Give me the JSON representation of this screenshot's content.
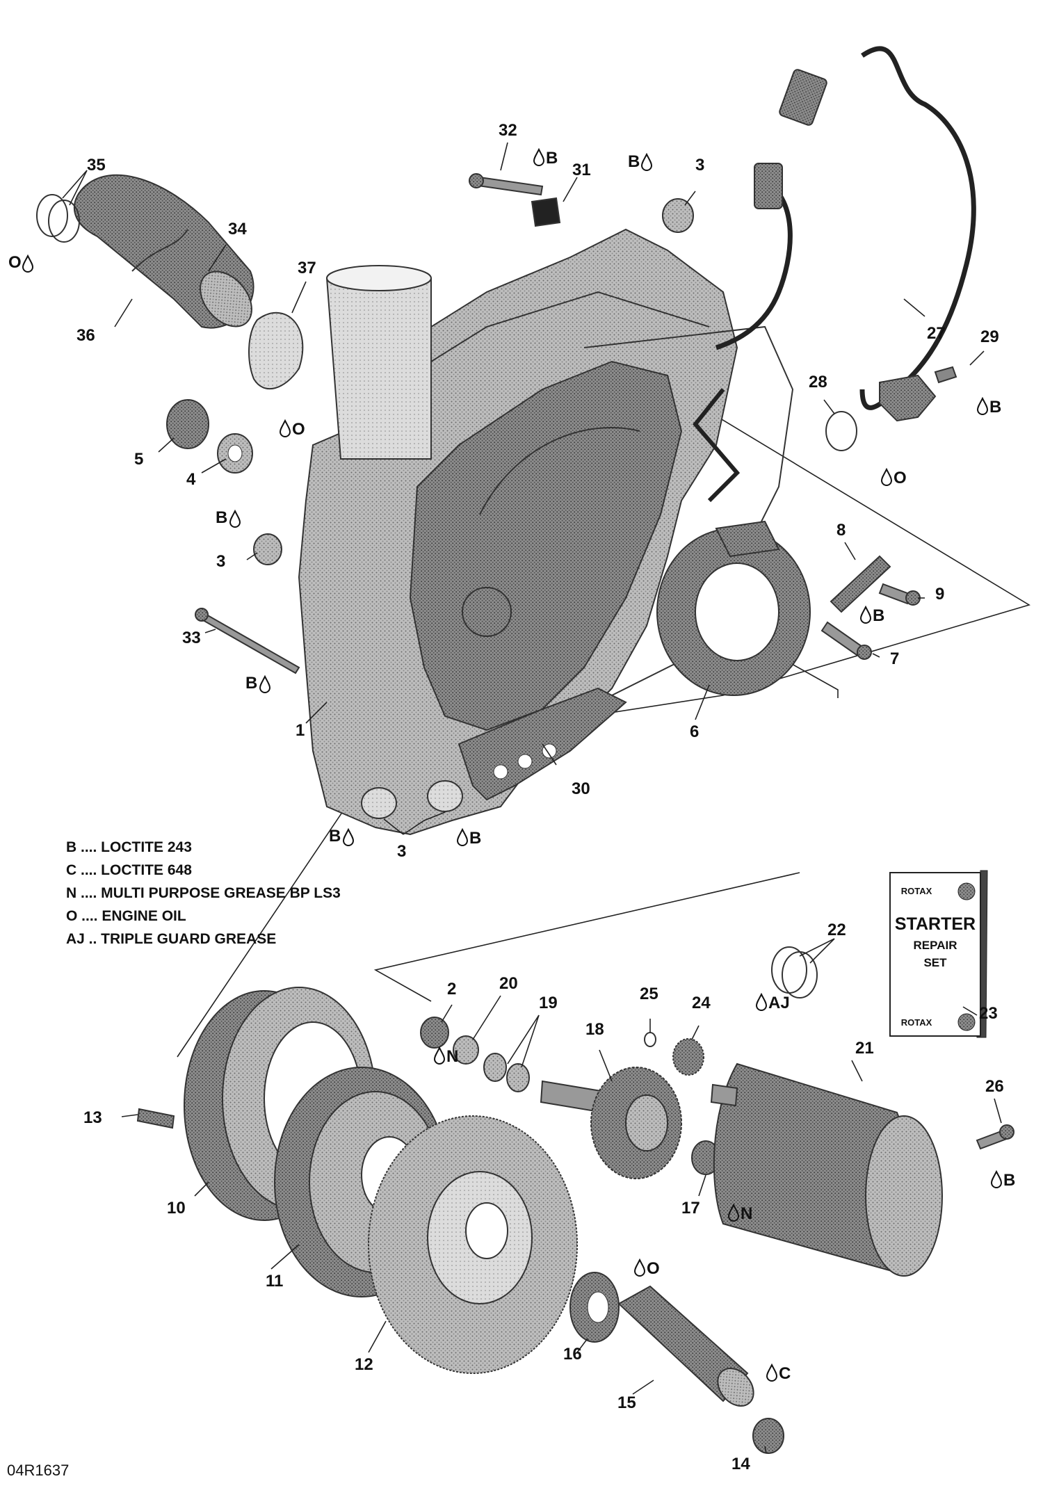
{
  "diagram_id": "04R1637",
  "legend": [
    {
      "code": "B",
      "text": "B .... LOCTITE 243"
    },
    {
      "code": "C",
      "text": "C .... LOCTITE 648"
    },
    {
      "code": "N",
      "text": "N .... MULTI PURPOSE GREASE BP LS3"
    },
    {
      "code": "O",
      "text": "O .... ENGINE OIL"
    },
    {
      "code": "AJ",
      "text": "AJ .. TRIPLE GUARD GREASE"
    }
  ],
  "repair_kit": {
    "brand": "ROTAX",
    "title": "STARTER",
    "subtitle_1": "REPAIR",
    "subtitle_2": "SET",
    "brand_bottom": "ROTAX"
  },
  "callouts": [
    {
      "id": "1",
      "label": "1"
    },
    {
      "id": "2",
      "label": "2"
    },
    {
      "id": "3a",
      "label": "3"
    },
    {
      "id": "3b",
      "label": "3"
    },
    {
      "id": "3c",
      "label": "3"
    },
    {
      "id": "4",
      "label": "4"
    },
    {
      "id": "5",
      "label": "5"
    },
    {
      "id": "6",
      "label": "6"
    },
    {
      "id": "7",
      "label": "7"
    },
    {
      "id": "8",
      "label": "8"
    },
    {
      "id": "9",
      "label": "9"
    },
    {
      "id": "10",
      "label": "10"
    },
    {
      "id": "11",
      "label": "11"
    },
    {
      "id": "12",
      "label": "12"
    },
    {
      "id": "13",
      "label": "13"
    },
    {
      "id": "14",
      "label": "14"
    },
    {
      "id": "15",
      "label": "15"
    },
    {
      "id": "16",
      "label": "16"
    },
    {
      "id": "17",
      "label": "17"
    },
    {
      "id": "18",
      "label": "18"
    },
    {
      "id": "19",
      "label": "19"
    },
    {
      "id": "20",
      "label": "20"
    },
    {
      "id": "21",
      "label": "21"
    },
    {
      "id": "22",
      "label": "22"
    },
    {
      "id": "23",
      "label": "23"
    },
    {
      "id": "24",
      "label": "24"
    },
    {
      "id": "25",
      "label": "25"
    },
    {
      "id": "26",
      "label": "26"
    },
    {
      "id": "27",
      "label": "27"
    },
    {
      "id": "28",
      "label": "28"
    },
    {
      "id": "29",
      "label": "29"
    },
    {
      "id": "30",
      "label": "30"
    },
    {
      "id": "31",
      "label": "31"
    },
    {
      "id": "32",
      "label": "32"
    },
    {
      "id": "33",
      "label": "33"
    },
    {
      "id": "34",
      "label": "34"
    },
    {
      "id": "35",
      "label": "35"
    },
    {
      "id": "36",
      "label": "36"
    },
    {
      "id": "37",
      "label": "37"
    }
  ],
  "sealant_marks": [
    {
      "id": "m35",
      "code": "O"
    },
    {
      "id": "m32",
      "code": "B"
    },
    {
      "id": "m3top",
      "code": "B"
    },
    {
      "id": "m4",
      "code": "O"
    },
    {
      "id": "m3mid",
      "code": "B"
    },
    {
      "id": "m33",
      "code": "B"
    },
    {
      "id": "m28",
      "code": "O"
    },
    {
      "id": "m29",
      "code": "B"
    },
    {
      "id": "m9",
      "code": "B"
    },
    {
      "id": "m3bl",
      "code": "B"
    },
    {
      "id": "m3br",
      "code": "B"
    },
    {
      "id": "m2",
      "code": "N"
    },
    {
      "id": "m21",
      "code": "AJ"
    },
    {
      "id": "m26",
      "code": "B"
    },
    {
      "id": "m17",
      "code": "N"
    },
    {
      "id": "m16",
      "code": "O"
    },
    {
      "id": "m15",
      "code": "C"
    }
  ]
}
